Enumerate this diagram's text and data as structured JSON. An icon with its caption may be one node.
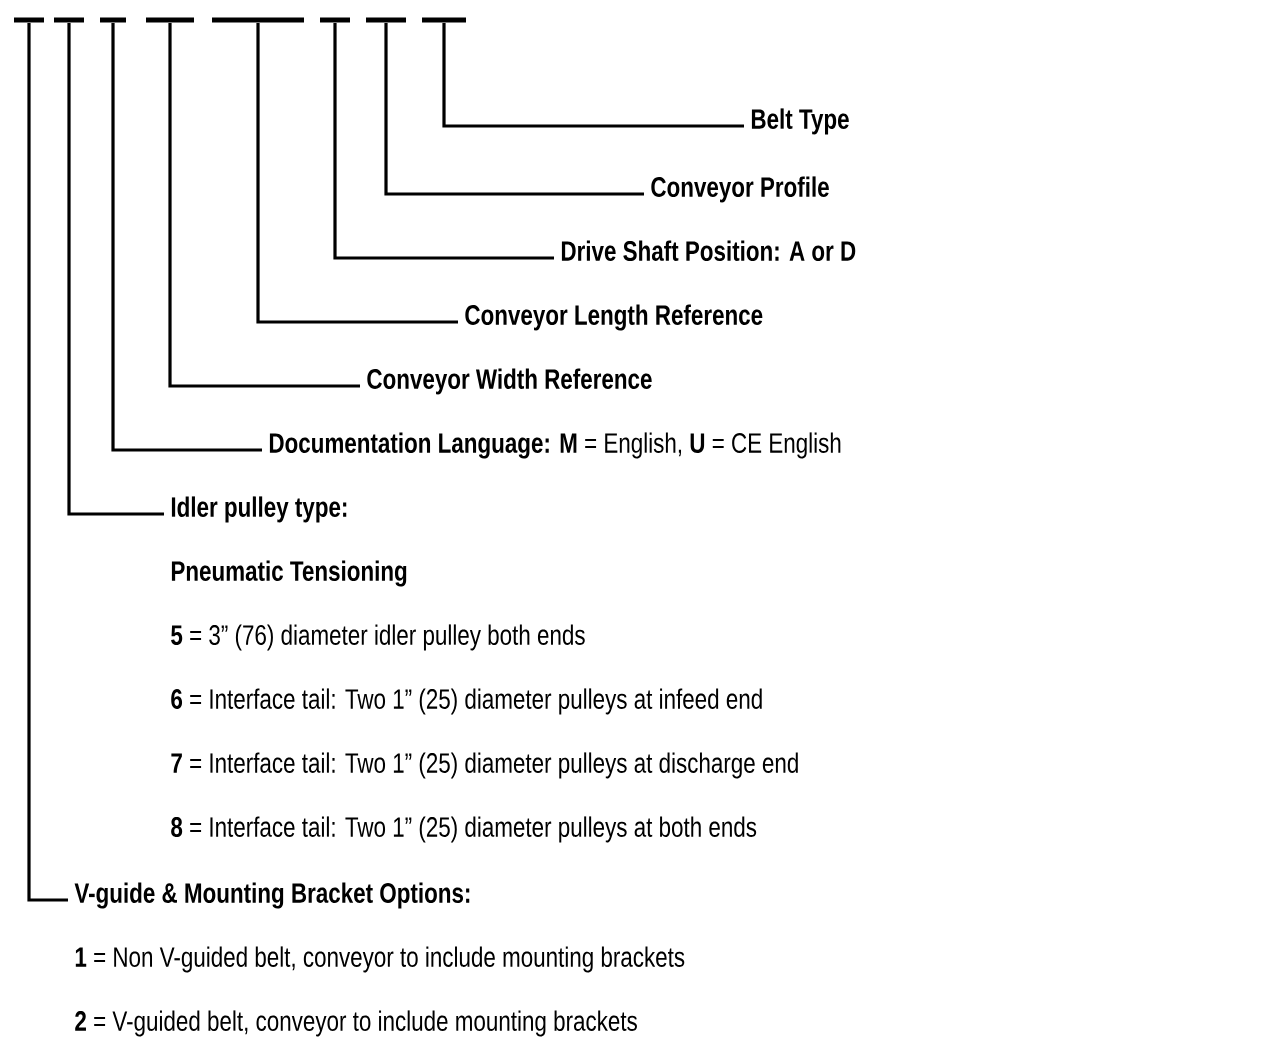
{
  "diagram": {
    "nodes": [
      {
        "text": [],
        "shape": "bar"
      },
      {
        "text": [],
        "shape": "bar"
      },
      {
        "text": [],
        "shape": "bar"
      },
      {
        "text": [],
        "shape": "bar"
      },
      {
        "text": [],
        "shape": "bar"
      },
      {
        "text": [],
        "shape": "bar"
      },
      {
        "text": [],
        "shape": "bar"
      },
      {
        "text": [],
        "shape": "bar"
      },
      {
        "text": [
          "Belt Type"
        ]
      },
      {
        "text": [
          "Conveyor Profile"
        ]
      },
      {
        "text": [
          "Drive Shaft Position: A or D"
        ]
      },
      {
        "text": [
          "Conveyor Length Reference"
        ]
      },
      {
        "text": [
          "Conveyor Width Reference"
        ]
      },
      {
        "text": [
          "**Documentation Language: M** = English, **U** = CE English"
        ]
      },
      {
        "text": [
          "Idler pulley type:",
          "Pneumatic Tensioning",
          "**5** = 3” (76) diameter idler pulley both ends",
          "**6** = Interface tail: Two 1” (25) diameter pulleys at infeed end",
          "**7** = Interface tail: Two 1” (25) diameter pulleys at discharge end",
          "**8** = Interface tail: Two 1” (25) diameter pulleys at both ends"
        ]
      },
      {
        "text": [
          "V-guide & Mounting Bracket Options:",
          "**1** = Non V-guided belt, conveyor to include mounting brackets",
          "**2** = V-guided belt, conveyor to include mounting brackets"
        ]
      }
    ],
    "edges": [
      {
        "from": 8,
        "to": 7,
        "arrow": "none"
      },
      {
        "from": 9,
        "to": 6,
        "arrow": "none"
      },
      {
        "from": 10,
        "to": 5,
        "arrow": "none"
      },
      {
        "from": 11,
        "to": 4,
        "arrow": "none"
      },
      {
        "from": 12,
        "to": 3,
        "arrow": "none"
      },
      {
        "from": 13,
        "to": 2,
        "arrow": "none"
      },
      {
        "from": 14,
        "to": 1,
        "arrow": "none"
      },
      {
        "from": 15,
        "to": 0,
        "arrow": "none"
      }
    ]
  }
}
